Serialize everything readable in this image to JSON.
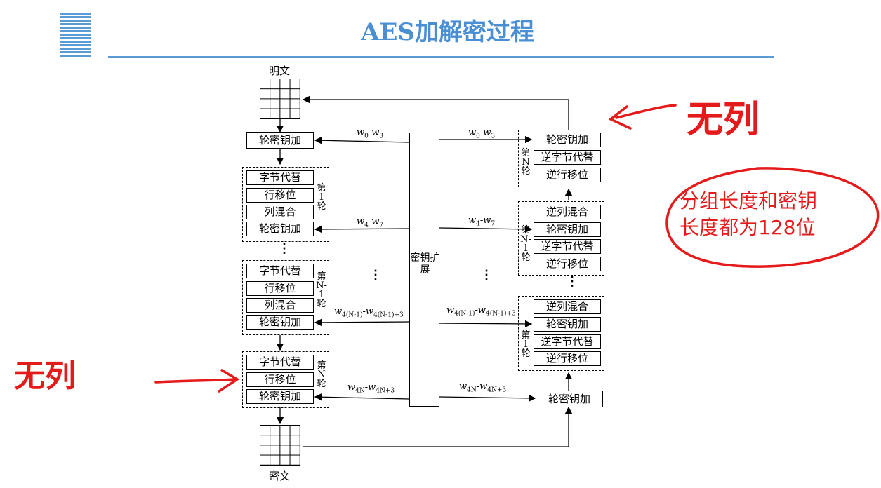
{
  "title": "AES加解密过程",
  "plaintext_label": "明文",
  "ciphertext_label": "密文",
  "key_expansion": "密钥扩展",
  "encrypt": {
    "initial_add": "轮密钥加",
    "round1": {
      "ops": [
        "字节代替",
        "行移位",
        "列混合",
        "轮密钥加"
      ],
      "label": "第1轮"
    },
    "round_n1": {
      "ops": [
        "字节代替",
        "行移位",
        "列混合",
        "轮密钥加"
      ],
      "label": "第N-1轮"
    },
    "round_n": {
      "ops": [
        "字节代替",
        "行移位",
        "轮密钥加"
      ],
      "label": "第N轮"
    }
  },
  "decrypt": {
    "round_n": {
      "ops": [
        "轮密钥加",
        "逆字节代替",
        "逆行移位"
      ],
      "label": "第N轮"
    },
    "round_n1": {
      "ops": [
        "逆列混合",
        "轮密钥加",
        "逆字节代替",
        "逆行移位"
      ],
      "label": "第N-1轮"
    },
    "round1": {
      "ops": [
        "逆列混合",
        "轮密钥加",
        "逆字节代替",
        "逆行移位"
      ],
      "label": "第1轮"
    },
    "final_add": "轮密钥加"
  },
  "keys": {
    "w0": {
      "main": "w",
      "s1": "0",
      "mid": "-w",
      "s2": "3"
    },
    "w4": {
      "main": "w",
      "s1": "4",
      "mid": "-w",
      "s2": "7"
    },
    "wn1": {
      "main": "w",
      "s1": "4(N-1)",
      "mid": "-w",
      "s2": "4(N-1)+3"
    },
    "wn": {
      "main": "w",
      "s1": "4N",
      "mid": "-w",
      "s2": "4N+3"
    }
  },
  "annotations": {
    "no_mixcol_1": "无列",
    "no_mixcol_2": "无列",
    "note_line1": "分组长度和密钥",
    "note_line2": "长度都为128位"
  },
  "colors": {
    "title": "#4a8fd4",
    "rule": "#5b9bd5",
    "ink": "#e51a1a"
  }
}
